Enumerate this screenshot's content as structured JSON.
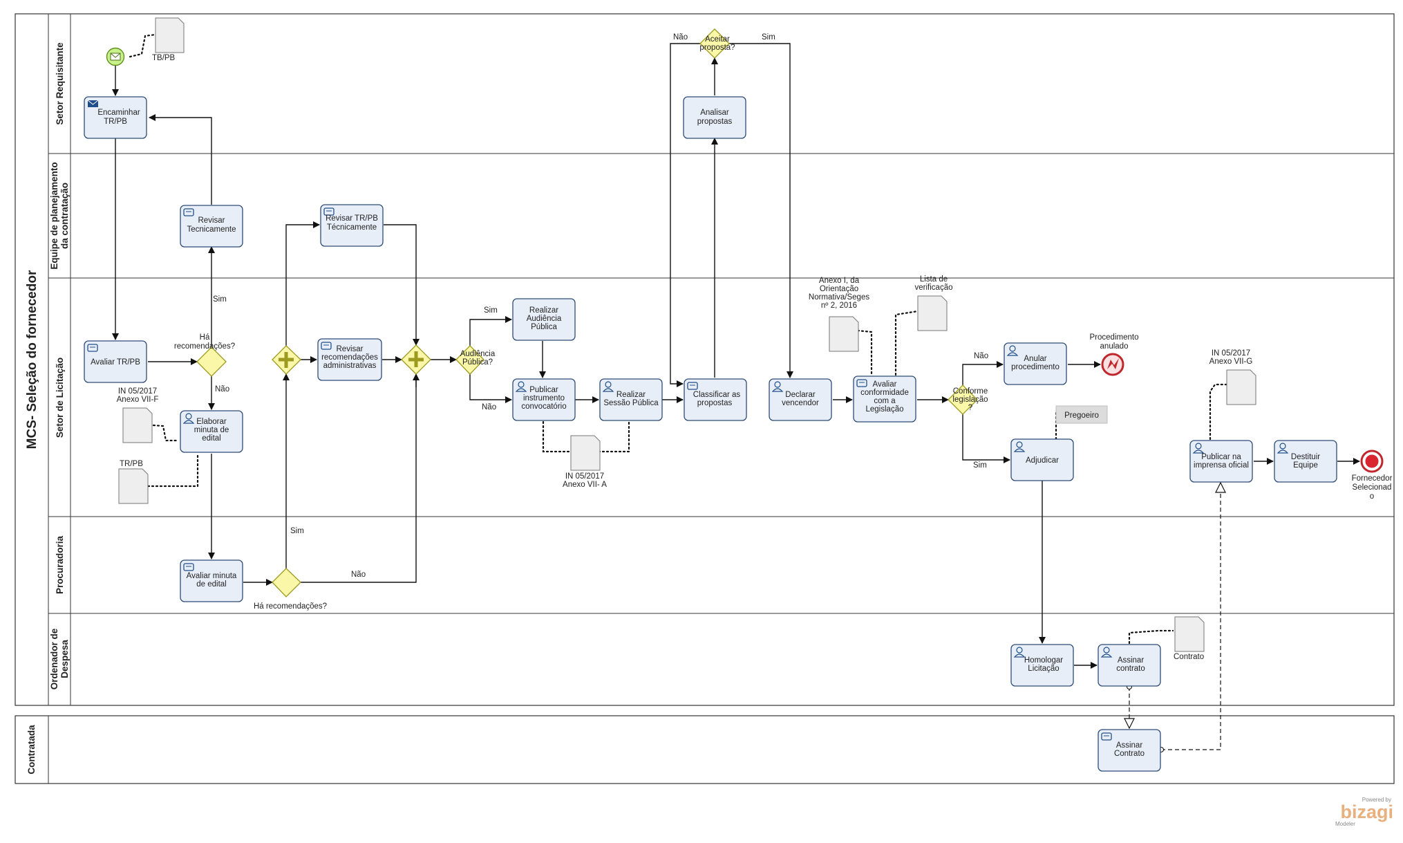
{
  "pools": {
    "main_title": "MCS- Seleção do fornecedor",
    "contracted_title": "Contratada"
  },
  "lanes": {
    "setor_requisitante": "Setor Requisitante",
    "equipe_line1": "Equipe de planejamento",
    "equipe_line2": "da contratação",
    "setor_licitacao": "Setor de Licitação",
    "procuradoria": "Procuradoria",
    "ordenador_line1": "Ordenador de",
    "ordenador_line2": "Despesa"
  },
  "tasks": {
    "encaminhar": [
      "Encaminhar",
      "TR/PB"
    ],
    "revisar_tecnicamente": [
      "Revisar",
      "Tecnicamente"
    ],
    "revisar_trpb": [
      "Revisar  TR/PB",
      "Técnicamente"
    ],
    "avaliar_trpb": [
      "Avaliar TR/PB"
    ],
    "elaborar_minuta": [
      "Elaborar",
      "minuta de",
      "edital"
    ],
    "revisar_recomendacoes": [
      "Revisar",
      "recomendações",
      "administrativas"
    ],
    "realizar_audiencia": [
      "Realizar",
      "Audiência",
      "Pública"
    ],
    "publicar_instrumento": [
      "Publicar",
      "instrumento",
      "convocatório"
    ],
    "realizar_sessao": [
      "Realizar",
      "Sessão Pública"
    ],
    "analisar_propostas": [
      "Analisar",
      "propostas"
    ],
    "classificar_propostas": [
      "Classificar as",
      "propostas"
    ],
    "declarar_vencendor": [
      "Declarar",
      "vencendor"
    ],
    "avaliar_conformidade": [
      "Avaliar",
      "conformidade",
      "com a",
      "Legislação"
    ],
    "anular_procedimento": [
      "Anular",
      "procedimento"
    ],
    "adjudicar": [
      "Adjudicar"
    ],
    "publicar_imprensa": [
      "Publicar  na",
      "imprensa oficial"
    ],
    "destituir_equipe": [
      "Destituir",
      "Equipe"
    ],
    "avaliar_minuta": [
      "Avaliar minuta",
      "de edital"
    ],
    "homologar": [
      "Homologar",
      "Licitação"
    ],
    "assinar_contrato_ordenador": [
      "Assinar",
      "contrato"
    ],
    "assinar_contrato_contratada": [
      "Assinar",
      "Contrato"
    ]
  },
  "gateways": {
    "ha_recomendacoes_lic": [
      "Há",
      "recomendações?"
    ],
    "audiencia_publica": [
      "Audiência",
      "Pública?"
    ],
    "aceitar_proposta": [
      "Aceitar",
      "proposta?"
    ],
    "conforme_legislacao": [
      "Conforme",
      "legislação",
      "?"
    ],
    "ha_recomendacoes_proc": [
      "Há recomendações?"
    ]
  },
  "flow_labels": {
    "sim": "Sim",
    "nao": "Não"
  },
  "events": {
    "procedimento_anulado": [
      "Procedimento",
      "anulado"
    ],
    "fornecedor_selecionado": [
      "Fornecedor",
      "Selecionad",
      "o"
    ]
  },
  "artifacts": {
    "tbpb": "TB/PB",
    "in_vii_f": [
      "IN 05/2017",
      "Anexo VII-F"
    ],
    "trpb": "TR/PB",
    "in_vii_a": [
      "IN 05/2017",
      "Anexo VII- A"
    ],
    "anexo_orientacao": [
      "Anexo I, da",
      "Orientação",
      "Normativa/Seges",
      "nº 2, 2016"
    ],
    "lista_verificacao": [
      "Lista de",
      "verificação"
    ],
    "pregoeiro": "Pregoeiro",
    "in_vii_g": [
      "IN 05/2017",
      "Anexo VII-G"
    ],
    "contrato": "Contrato"
  },
  "branding": {
    "powered_by": "Powered by",
    "logo": "bizagi",
    "product": "Modeler",
    "logo_color": "#e7b07e"
  },
  "colors": {
    "task_fill": "#e8eef8",
    "task_stroke": "#2d4b78",
    "gateway_fill": "#fbf7a8",
    "start_event": "#c9f18a",
    "end_event": "#d9252f"
  }
}
